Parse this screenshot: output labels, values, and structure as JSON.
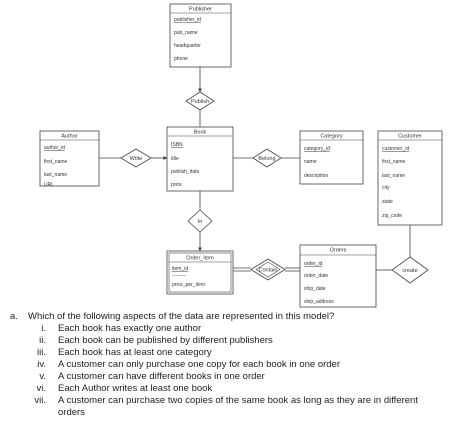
{
  "diagram": {
    "entities": {
      "publisher": {
        "title": "Publisher",
        "attributes": [
          "publisher_id",
          "pub_name",
          "headquarter",
          "phone"
        ]
      },
      "book": {
        "title": "Book",
        "attributes": [
          "ISBN",
          "title",
          "publish_date",
          "price"
        ]
      },
      "author": {
        "title": "Author",
        "attributes": [
          "author_id",
          "first_name",
          "last_name",
          "URL"
        ]
      },
      "category": {
        "title": "Category",
        "attributes": [
          "category_id",
          "name",
          "description"
        ]
      },
      "customer": {
        "title": "Customer",
        "attributes": [
          "customer_id",
          "first_name",
          "last_name",
          "city",
          "state",
          "zip_code"
        ]
      },
      "orders": {
        "title": "Orders",
        "attributes": [
          "order_id",
          "order_date",
          "ship_date",
          "ship_address"
        ]
      },
      "order_item": {
        "title": "Order_item",
        "attributes": [
          "item_id",
          "--------",
          "price_per_item"
        ]
      }
    },
    "relationships": {
      "publish": "Publish",
      "write": "Write",
      "belong": "Belong",
      "in": "In",
      "contain": "Contain",
      "create": "create"
    }
  },
  "question": {
    "label": "a.",
    "text": "Which of the following aspects of the data are represented in this model?",
    "items": [
      {
        "num": "i.",
        "text": "Each book has exactly one author"
      },
      {
        "num": "ii.",
        "text": "Each book can be published by different publishers"
      },
      {
        "num": "iii.",
        "text": "Each book has at least one category"
      },
      {
        "num": "iv.",
        "text": "A customer can only purchase one copy for each book in one order"
      },
      {
        "num": "v.",
        "text": "A customer can have different books in one order"
      },
      {
        "num": "vi.",
        "text": "Each Author writes at least one book"
      },
      {
        "num": "vii.",
        "text": "A customer can purchase two copies of the same book as long as they are in different"
      },
      {
        "num": "",
        "text": "orders"
      }
    ]
  }
}
